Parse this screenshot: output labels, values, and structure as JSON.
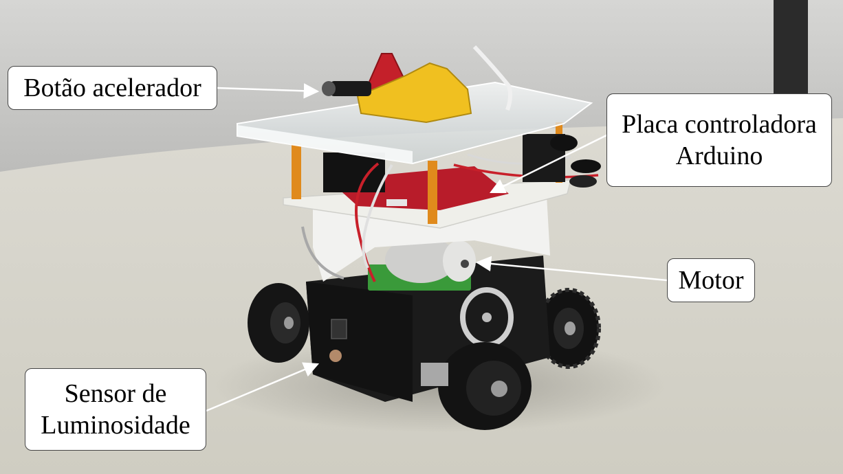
{
  "labels": {
    "button": "Botão acelerador",
    "controller_line1": "Placa controladora",
    "controller_line2": "Arduino",
    "motor": "Motor",
    "sensor_line1": "Sensor de",
    "sensor_line2": "Luminosidade"
  },
  "colors": {
    "wall": "#d3d2cf",
    "table": "#d9d7cd",
    "chassis": "#1a1a1a",
    "bracket_red": "#c4202a",
    "bracket_yellow": "#f0c020",
    "pcb": "#b81c2a",
    "foam": "#f2f2f0"
  }
}
